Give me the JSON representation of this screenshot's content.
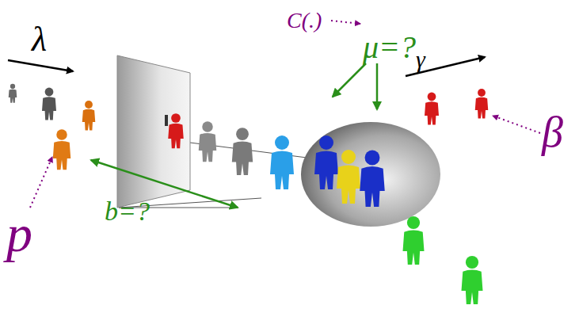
{
  "diagram": {
    "labels": [
      "C(.)",
      "μ=?",
      "λ",
      "γ",
      "β",
      "p",
      "b=?"
    ]
  }
}
